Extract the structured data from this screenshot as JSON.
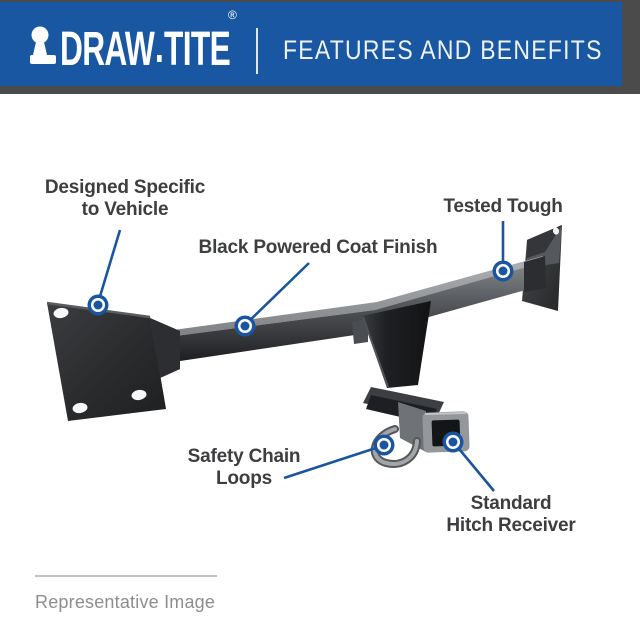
{
  "header": {
    "logo": {
      "icon": "hitch-ball-icon",
      "brand_left": "DRAW",
      "brand_right": "TITE",
      "registered": "®"
    },
    "title": "FEATURES AND BENEFITS"
  },
  "callouts": [
    {
      "id": "designed-specific-to-vehicle",
      "lines": [
        "Designed Specific",
        "to Vehicle"
      ]
    },
    {
      "id": "black-powered-coat-finish",
      "lines": [
        "Black Powered Coat Finish"
      ]
    },
    {
      "id": "tested-tough",
      "lines": [
        "Tested Tough"
      ]
    },
    {
      "id": "safety-chain-loops",
      "lines": [
        "Safety Chain",
        "Loops"
      ]
    },
    {
      "id": "standard-hitch-receiver",
      "lines": [
        "Standard",
        "Hitch Receiver"
      ]
    }
  ],
  "footer": {
    "note": "Representative Image"
  },
  "colors": {
    "brand_blue": "#1a57a3",
    "frame_dark_gray": "#4b4b4b",
    "callout_text": "#3d3e40",
    "footer_text": "#8d8d8d",
    "leader_blue": "#1a55a0"
  }
}
